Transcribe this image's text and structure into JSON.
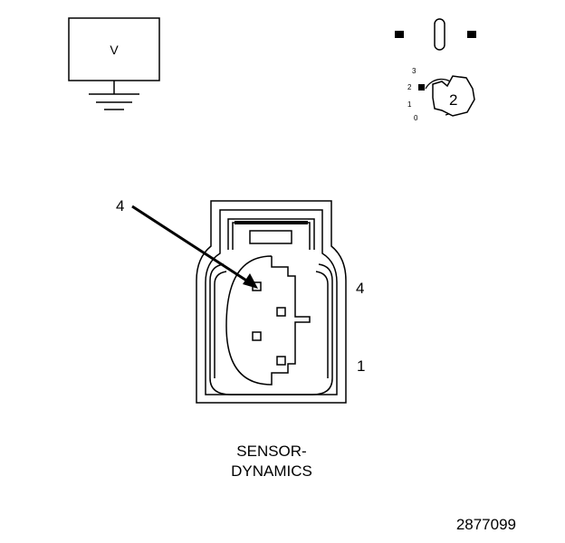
{
  "ground_box": {
    "symbol": "V"
  },
  "key_switch": {
    "positions": [
      "3",
      "2",
      "1",
      "0"
    ],
    "selected_position": "2",
    "big_label": "2"
  },
  "connector": {
    "callout_label": "4",
    "pin_label_top": "4",
    "pin_label_bottom": "1"
  },
  "caption_line1": "SENSOR-",
  "caption_line2": "DYNAMICS",
  "figure_id": "2877099"
}
